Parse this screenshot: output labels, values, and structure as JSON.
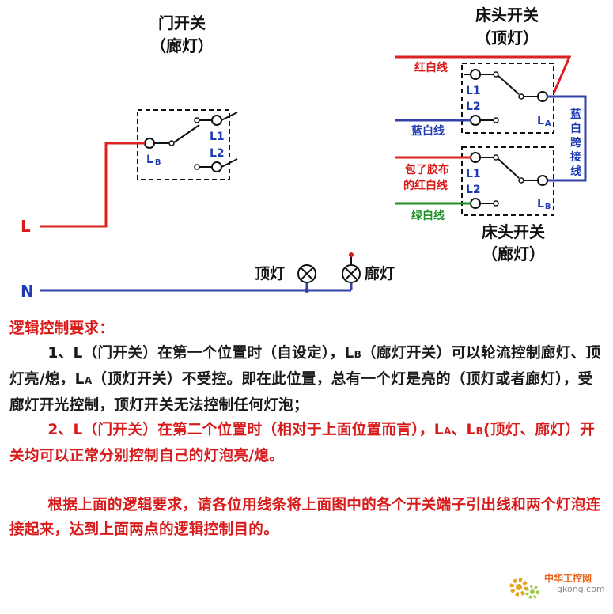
{
  "colors": {
    "red_wire": "#dd2020",
    "blue_wire": "#3341a8",
    "green_wire": "#1e8f2a",
    "label_red": "#d91a1a",
    "label_blue": "#1f3bb3",
    "label_green": "#1e8f2a",
    "text_dark": "#1a1a1a"
  },
  "door_switch": {
    "title": "门开关",
    "subtitle": "（廊灯）",
    "common_label": "L",
    "common_sub": "B",
    "l1_label": "L1",
    "l2_label": "L2"
  },
  "bed_switch_top": {
    "title": "床头开关",
    "subtitle": "（顶灯）",
    "l1_label": "L1",
    "l2_label": "L2",
    "common_label": "L",
    "common_sub": "A"
  },
  "bed_switch_bottom": {
    "title": "床头开关",
    "subtitle": "（廊灯）",
    "l1_label": "L1",
    "l2_label": "L2",
    "common_label": "L",
    "common_sub": "B"
  },
  "wires": {
    "red_white": "红白线",
    "blue_white": "蓝白线",
    "taped_red_line1": "包了胶布",
    "taped_red_line2": "的红白线",
    "green_white": "绿白线",
    "cross_wire_chars": [
      "蓝",
      "白",
      "跨",
      "接",
      "线"
    ]
  },
  "terminals": {
    "live": "L",
    "neutral": "N"
  },
  "lamps": {
    "top_lamp": "顶灯",
    "corridor_lamp": "廊灯"
  },
  "requirements": {
    "heading": "逻辑控制要求：",
    "item1_a": "1、L（门开关）在第一个位置时（自设定），L",
    "item1_b_sub": "B",
    "item1_c": "（廊灯开关）可以轮流控制廊灯、顶灯亮/熄，L",
    "item1_d_sub": "A",
    "item1_e": "（顶灯开关）不受控。即在此位置，总有一个灯是亮的（顶灯或者廊灯），受廊灯开光控制，顶灯开关无法控制任何灯泡；",
    "item2_a": "2、L（门开关）在第二个位置时（相对于上面位置而言），L",
    "item2_b_sub": "A",
    "item2_c": "、L",
    "item2_d_sub": "B",
    "item2_e": "(顶灯、廊灯）开关均可以正常分别控制自己的灯泡亮/熄。",
    "task": "根据上面的逻辑要求，请各位用线条将上面图中的各个开关端子引出线和两个灯泡连接起来，达到上面两点的逻辑控制目的。"
  },
  "watermark": {
    "brand": "中华工控网",
    "url": "gkong.com"
  }
}
